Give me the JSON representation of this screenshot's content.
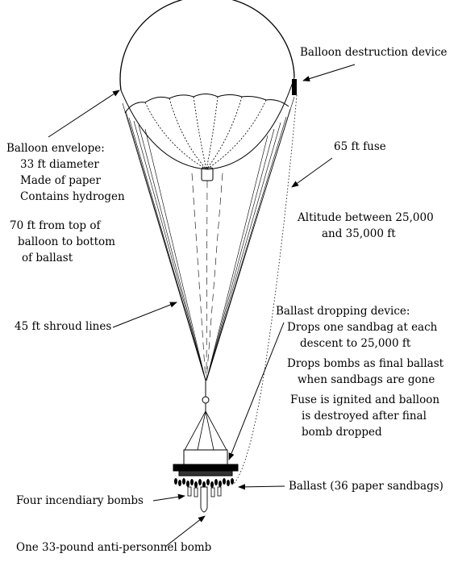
{
  "labels": {
    "destruction_device": "Balloon destruction device",
    "envelope_title": "Balloon envelope:",
    "envelope_diameter": "33 ft diameter",
    "envelope_material": "Made of paper",
    "envelope_gas": "Contains hydrogen",
    "fuse": "65 ft fuse",
    "height_line1": "70 ft from top of",
    "height_line2": "balloon to bottom",
    "height_line3": "of ballast",
    "altitude_line1": "Altitude between 25,000",
    "altitude_line2": "and 35,000 ft",
    "shroud_lines": "45 ft shroud lines",
    "ballast_device_title": "Ballast dropping device:",
    "ballast_device_line1": "Drops one sandbag at each",
    "ballast_device_line2": "descent to 25,000 ft",
    "ballast_device_line3": "Drops bombs as final ballast",
    "ballast_device_line4": "when sandbags are gone",
    "ballast_device_line5": "Fuse is ignited and balloon",
    "ballast_device_line6": "is destroyed after final",
    "ballast_device_line7": "bomb dropped",
    "ballast": "Ballast (36 paper sandbags)",
    "incendiary_bombs": "Four incendiary bombs",
    "antipersonnel_bomb": "One 33-pound anti-personnel bomb"
  },
  "colors": {
    "ink": "#000000",
    "background": "#ffffff"
  }
}
